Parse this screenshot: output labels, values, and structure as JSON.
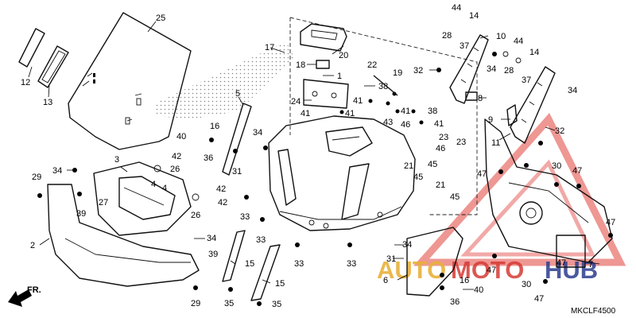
{
  "diagram_code": "MKCLF4500",
  "direction_label": "FR.",
  "watermark": {
    "part1": "AUTO",
    "part2": "MOTO",
    "part3": "HUB"
  },
  "callouts": {
    "c25": "25",
    "c12": "12",
    "c13": "13",
    "c17": "17",
    "c20": "20",
    "c18": "18",
    "c1": "1",
    "c22": "22",
    "c19": "19",
    "c38a": "38",
    "c41a": "41",
    "c24": "24",
    "c41b": "41",
    "c41c": "41",
    "c41d": "41",
    "c38b": "38",
    "c41e": "41",
    "c43": "43",
    "c32a": "32",
    "c44a": "44",
    "c14a": "14",
    "c28a": "28",
    "c37a": "37",
    "c10": "10",
    "c34a": "34",
    "c44b": "44",
    "c14b": "14",
    "c28b": "28",
    "c37b": "37",
    "c34b": "34",
    "c8": "8",
    "c9": "9",
    "c32b": "32",
    "c5": "5",
    "c40a": "40",
    "c16a": "16",
    "c36a": "36",
    "c31a": "31",
    "c34c": "34",
    "c3": "3",
    "c42a": "42",
    "c26a": "26",
    "c4a": "4",
    "c4b": "4",
    "c42b": "42",
    "c26b": "26",
    "c42c": "42",
    "c27": "27",
    "c29a": "29",
    "c34d": "34",
    "c39a": "39",
    "c2": "2",
    "c34e": "34",
    "c39b": "39",
    "c29b": "29",
    "c33a": "33",
    "c33b": "33",
    "c33c": "33",
    "c33d": "33",
    "c15a": "15",
    "c15b": "15",
    "c35a": "35",
    "c35b": "35",
    "c46a": "46",
    "c23a": "23",
    "c46b": "46",
    "c23b": "23",
    "c21a": "21",
    "c45a": "45",
    "c45b": "45",
    "c21b": "21",
    "c45c": "45",
    "c11": "11",
    "c47a": "47",
    "c30a": "30",
    "c47b": "47",
    "c47c": "47",
    "c47d": "47",
    "c47e": "47",
    "c30b": "30",
    "c47f": "47",
    "c7": "7",
    "c34f": "34",
    "c31b": "31",
    "c6": "6",
    "c16b": "16",
    "c40b": "40",
    "c36b": "36"
  }
}
